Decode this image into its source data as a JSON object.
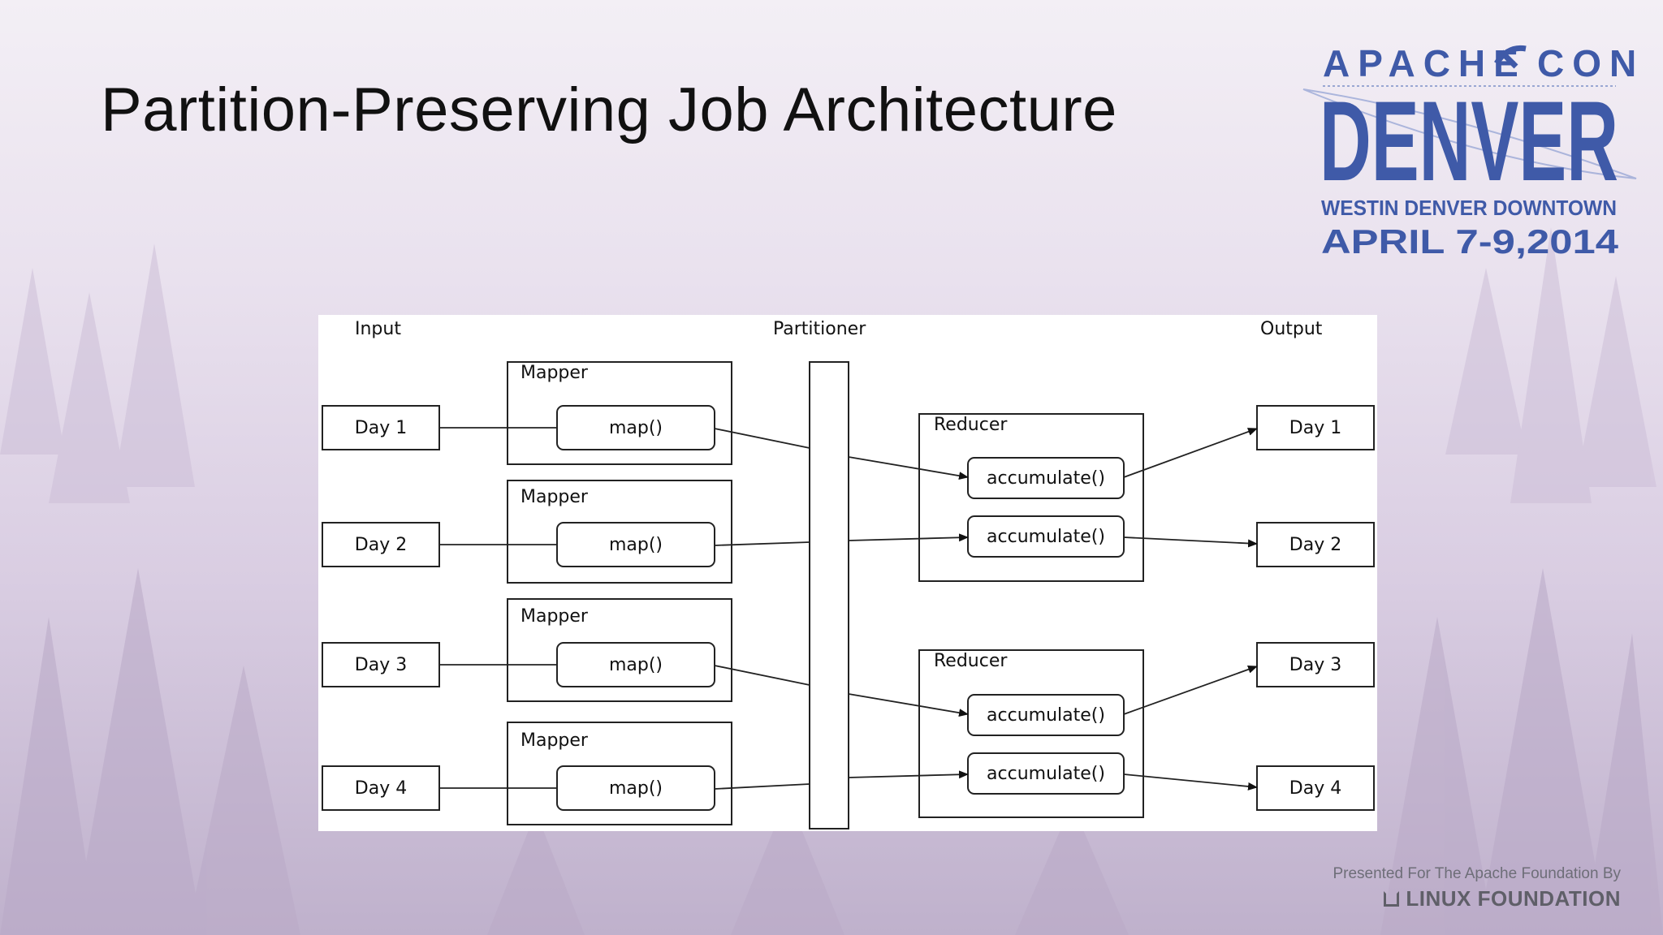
{
  "slide": {
    "title": "Partition-Preserving Job Architecture"
  },
  "logo": {
    "line1": "APACHE",
    "line1b": "CON",
    "city": "DENVER",
    "venue": "WESTIN DENVER DOWNTOWN",
    "dates": "APRIL 7-9,2014",
    "color": "#3f5aa8"
  },
  "diagram": {
    "input_header": "Input",
    "partitioner_header": "Partitioner",
    "output_header": "Output",
    "inputs": [
      "Day 1",
      "Day 2",
      "Day 3",
      "Day 4"
    ],
    "mapper_label": "Mapper",
    "map_fn": "map()",
    "reducer_label": "Reducer",
    "accumulate_fn": "accumulate()",
    "outputs": [
      "Day 1",
      "Day 2",
      "Day 3",
      "Day 4"
    ]
  },
  "footer": {
    "presented_by": "Presented For The Apache Foundation By",
    "org": "LINUX FOUNDATION"
  }
}
